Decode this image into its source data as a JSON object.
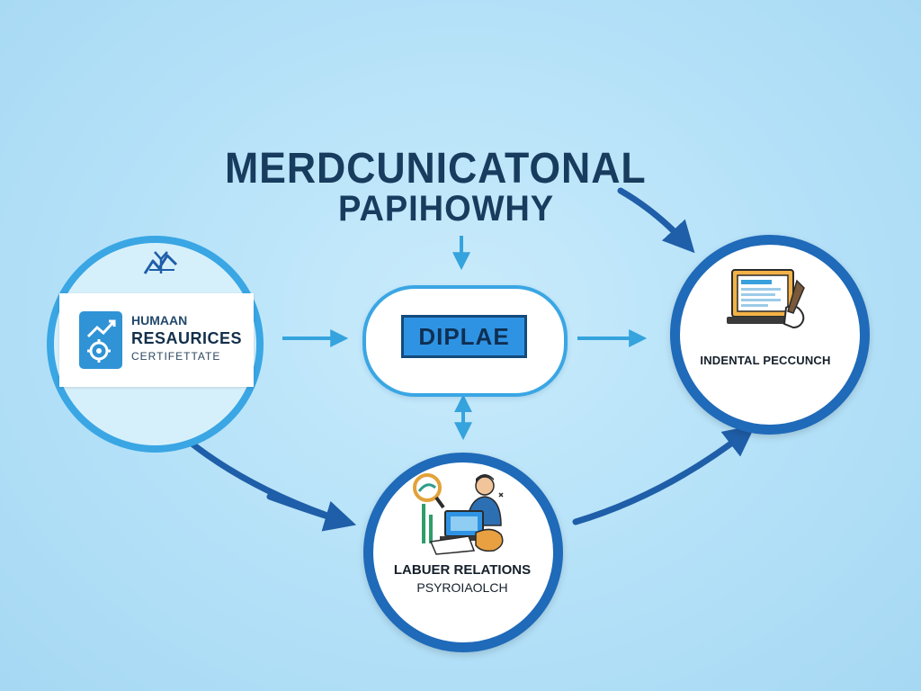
{
  "title": {
    "line1": "MERDCUNICATONAL",
    "line2": "PAPIHOWHY"
  },
  "nodes": {
    "hr_certificate": {
      "line1": "HUMAAN",
      "line2": "RESAURICES",
      "line3": "CERTIFETTATE"
    },
    "center": {
      "label": "DIPLAE"
    },
    "right": {
      "label": "INDENTAL PECCUNCH"
    },
    "bottom": {
      "line1": "LABUER RELATIONS",
      "line2": "PSYROIAOLCH"
    }
  },
  "icons": {
    "top_left": "trend-chart-icon",
    "hr_logo": "growth-gear-icon",
    "right": "laptop-document-icon",
    "bottom": "person-laptop-magnifier-icon"
  },
  "colors": {
    "background": "#b4e1f8",
    "light_blue": "#3aa6e4",
    "dark_blue": "#1f6ab9",
    "text_dark": "#173c5e"
  }
}
